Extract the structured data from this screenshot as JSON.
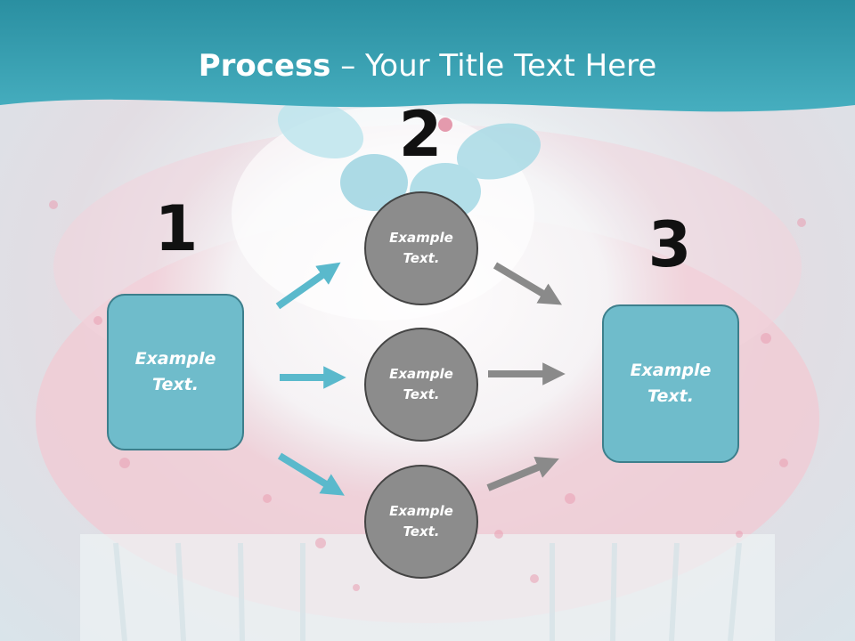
{
  "slide": {
    "title_bold": "Process",
    "title_rest": " – Your Title Text Here",
    "steps": [
      "1",
      "2",
      "3"
    ],
    "left_box": "Example Text.",
    "circles": [
      "Example Text.",
      "Example Text.",
      "Example Text."
    ],
    "right_box": "Example Text."
  },
  "colors": {
    "header": "#2f97a8",
    "box_fill": "#6fbccb",
    "circle_fill": "#8c8c8c",
    "arrow_left": "#5ab9cc",
    "arrow_right": "#8a8a8a"
  }
}
